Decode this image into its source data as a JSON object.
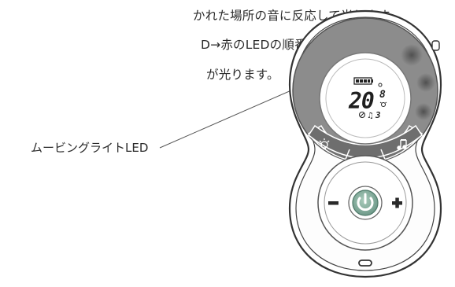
{
  "manual_text": {
    "line1": "かれた場所の音に反応して光ります。",
    "line2": "D→赤のLEDの順番で光ります。",
    "line3": "が光ります。"
  },
  "callout": {
    "label": "ムービングライトLED"
  },
  "device": {
    "display": {
      "temperature": "20",
      "temperature_small": "8",
      "timer_value": "3"
    },
    "icons": {
      "battery": "battery-icon",
      "light": "bulb-icon",
      "music": "music-note-icon",
      "chat": "speech-bubble-icon",
      "power": "power-icon",
      "minus": "minus-icon",
      "plus": "plus-icon"
    },
    "colors": {
      "ring_gray": "#8c8c8c",
      "segment_gray": "#777777",
      "led_green": "#6f9a8a",
      "power_green": "#8fb5a4"
    }
  }
}
